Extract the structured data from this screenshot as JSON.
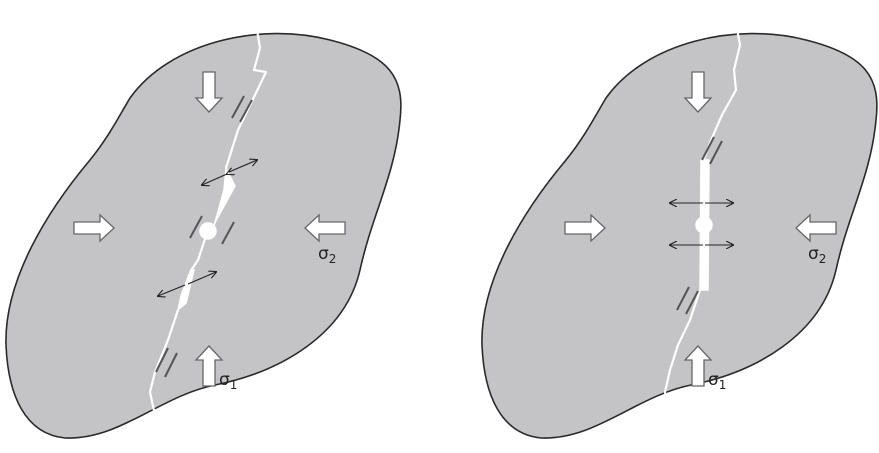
{
  "colors": {
    "background": "#ffffff",
    "body_fill": "#c4c4c6",
    "outline": "#2a2a2a",
    "fracture": "#ffffff",
    "slip_marker": "#555555",
    "arrow_fill": "#ffffff",
    "arrow_stroke": "#666666",
    "tension_arrow": "#222222"
  },
  "panels": [
    {
      "name": "left",
      "stress_labels": {
        "sigma1": {
          "symbol": "σ",
          "subscript": "1"
        },
        "sigma2": {
          "symbol": "σ",
          "subscript": "2"
        }
      }
    },
    {
      "name": "right",
      "stress_labels": {
        "sigma1": {
          "symbol": "σ",
          "subscript": "1"
        },
        "sigma2": {
          "symbol": "σ",
          "subscript": "2"
        }
      }
    }
  ]
}
